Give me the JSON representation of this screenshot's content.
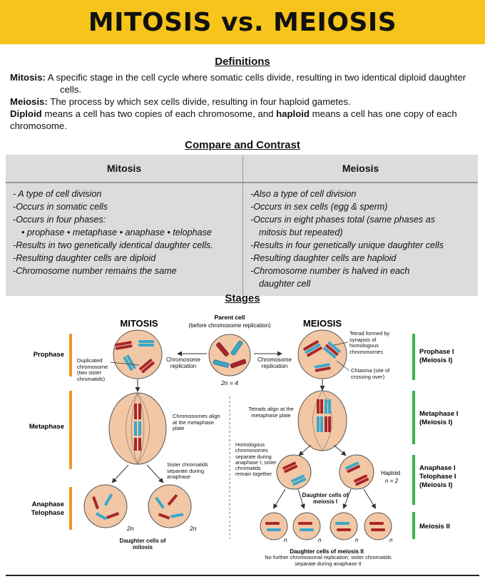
{
  "title": "MITOSIS vs. MEIOSIS",
  "definitions": {
    "heading": "Definitions",
    "mitosis_term": "Mitosis:",
    "mitosis_text": "A specific stage in the cell cycle where somatic cells divide, resulting in two identical diploid daughter cells.",
    "meiosis_term": "Meiosis:",
    "meiosis_text": "The process by which sex cells divide, resulting in four haploid gametes.",
    "diploid_term": "Diploid",
    "diploid_text": " means a cell has two copies of each chromosome, and ",
    "haploid_term": "haploid",
    "haploid_text": " means a cell has one copy of each chromosome."
  },
  "compare": {
    "heading": "Compare and Contrast",
    "mitosis_header": "Mitosis",
    "meiosis_header": "Meiosis",
    "mitosis_items": [
      "- A type of cell division",
      "-Occurs in somatic cells",
      "-Occurs in four phases:",
      "• prophase • metaphase • anaphase • telophase",
      "-Results in two genetically identical daughter cells.",
      "-Resulting daughter cells are diploid",
      "-Chromosome number remains the same"
    ],
    "meiosis_items": [
      "-Also a type of cell division",
      "-Occurs in sex cells (egg & sperm)",
      "-Occurs in eight phases total (same phases as",
      "mitosis but repeated)",
      "-Results in four genetically unique daughter cells",
      "-Resulting daughter cells are haploid",
      "-Chromosome number is halved in each",
      "daughter cell"
    ]
  },
  "stages": {
    "heading": "Stages",
    "mitosis_label": "MITOSIS",
    "meiosis_label": "MEIOSIS",
    "parent_cell": "Parent cell",
    "parent_cell_sub": "(before chromosome replication)",
    "two_n_4": "2n = 4",
    "chromosome_replication": "Chromosome replication",
    "duplicated_chromosome": "Duplicated chromosome (two sister chromatids)",
    "tetrad_formed": "Tetrad formed by synapsis of homologous chromosomes",
    "chiasma": "Chiasma (site of crossing over)",
    "chromosomes_align": "Chromosomes align at the metaphase plate",
    "tetrads_align": "Tetrads align at the metaphase plate",
    "sister_separate": "Sister chromatids separate during anaphase",
    "homologous_separate": "Homologous chromosomes separate during anaphase I; sister chromatids remain together",
    "haploid": "Haploid",
    "n_2": "n = 2",
    "two_n": "2n",
    "n": "n",
    "daughter_mitosis": "Daughter cells of mitosis",
    "daughter_meiosis1": "Daughter cells of meiosis I",
    "daughter_meiosis2": "Daughter cells of meiosis II",
    "daughter_meiosis2_sub": "No further chromosomal replication; sister chromatids separate during anaphase II",
    "left_phases": [
      "Prophase",
      "Metaphase",
      "Anaphase",
      "Telophase"
    ],
    "right_phases": [
      "Prophase I",
      "(Meiosis I)",
      "Metaphase I",
      "(Meiosis I)",
      "Anaphase I",
      "Telophase I",
      "(Meiosis I)",
      "Meiosis II"
    ]
  },
  "colors": {
    "banner": "#f6c41a",
    "cell_fill": "#f2c7a5",
    "cell_stroke": "#444444",
    "chrom_red": "#a8262b",
    "chrom_blue": "#3aa7c9",
    "mitosis_bar": "#f0962f",
    "meiosis_bar": "#3cb54a",
    "table_bg": "#dcdcdc"
  }
}
